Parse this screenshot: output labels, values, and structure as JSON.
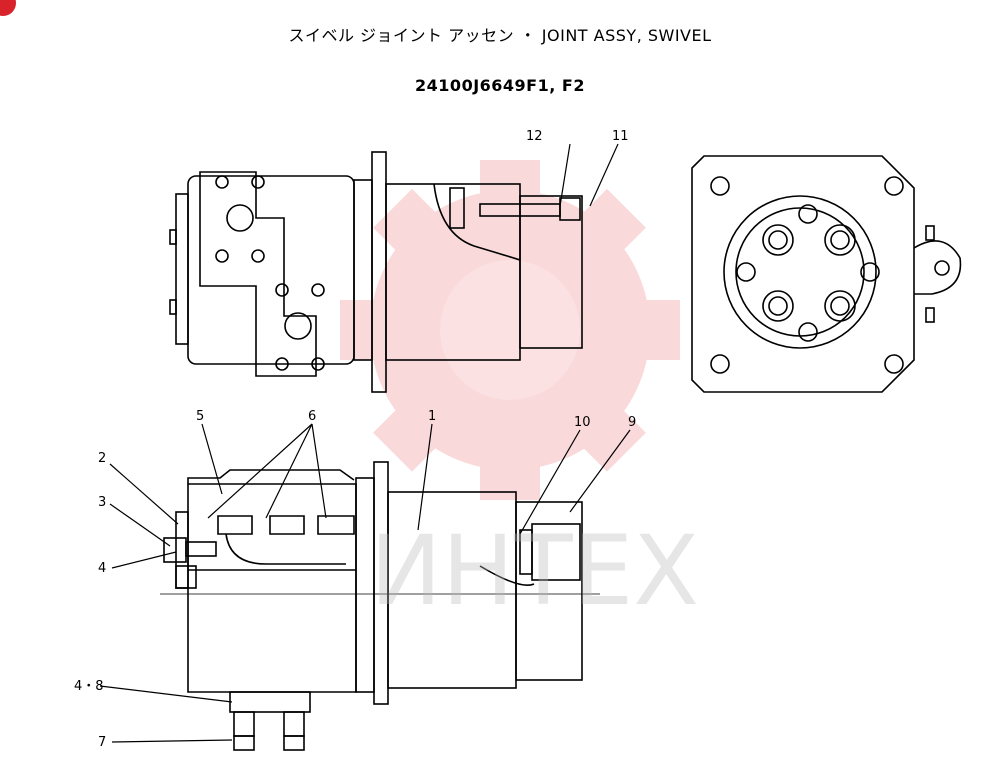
{
  "header": {
    "title": "スイベル  ジョイント アッセン  ・  JOINT ASSY, SWIVEL",
    "part_numbers": "24100J6649F1, F2"
  },
  "callouts": {
    "c1": "1",
    "c2": "2",
    "c3": "3",
    "c4": "4",
    "c4_8": "4・8",
    "c5": "5",
    "c6": "6",
    "c7": "7",
    "c9": "9",
    "c10": "10",
    "c11": "11",
    "c12": "12"
  },
  "watermark": {
    "text": "ИНТЕХ",
    "color": "#e8313a"
  }
}
